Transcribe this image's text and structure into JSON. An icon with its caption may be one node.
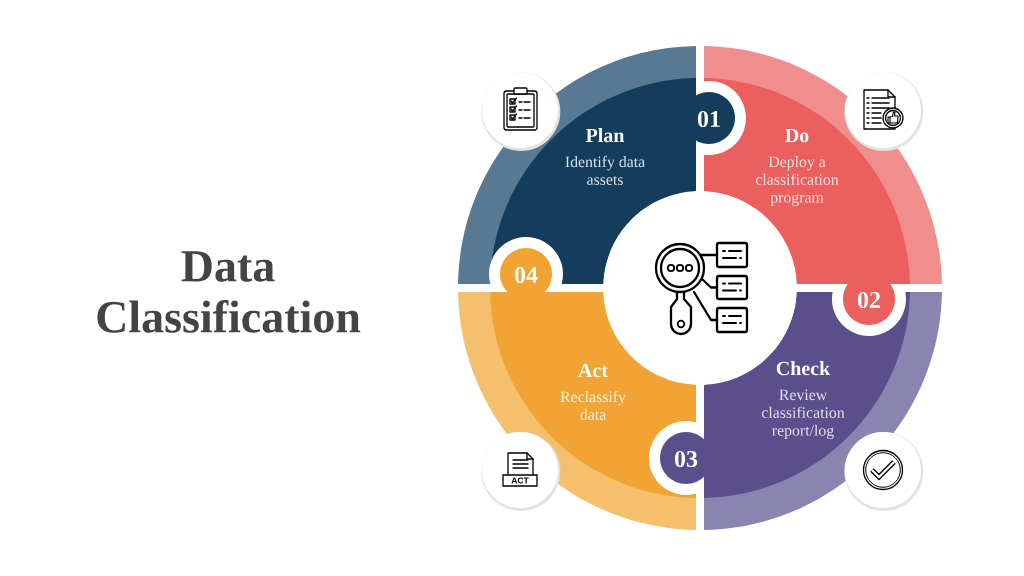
{
  "diagram": {
    "title": "Data Classification",
    "nodes": [
      {
        "text": [
          "Plan",
          "Identify data assets"
        ]
      },
      {
        "text": [
          "Do",
          "Deploy a classification program"
        ]
      },
      {
        "text": [
          "Check",
          "Review classification report/log"
        ]
      },
      {
        "text": [
          "Act",
          "Reclassify data"
        ]
      },
      {
        "text": [
          "01"
        ]
      },
      {
        "text": [
          "02"
        ]
      },
      {
        "text": [
          "03"
        ]
      },
      {
        "text": [
          "04"
        ]
      }
    ],
    "labels": [
      "ACT"
    ]
  }
}
